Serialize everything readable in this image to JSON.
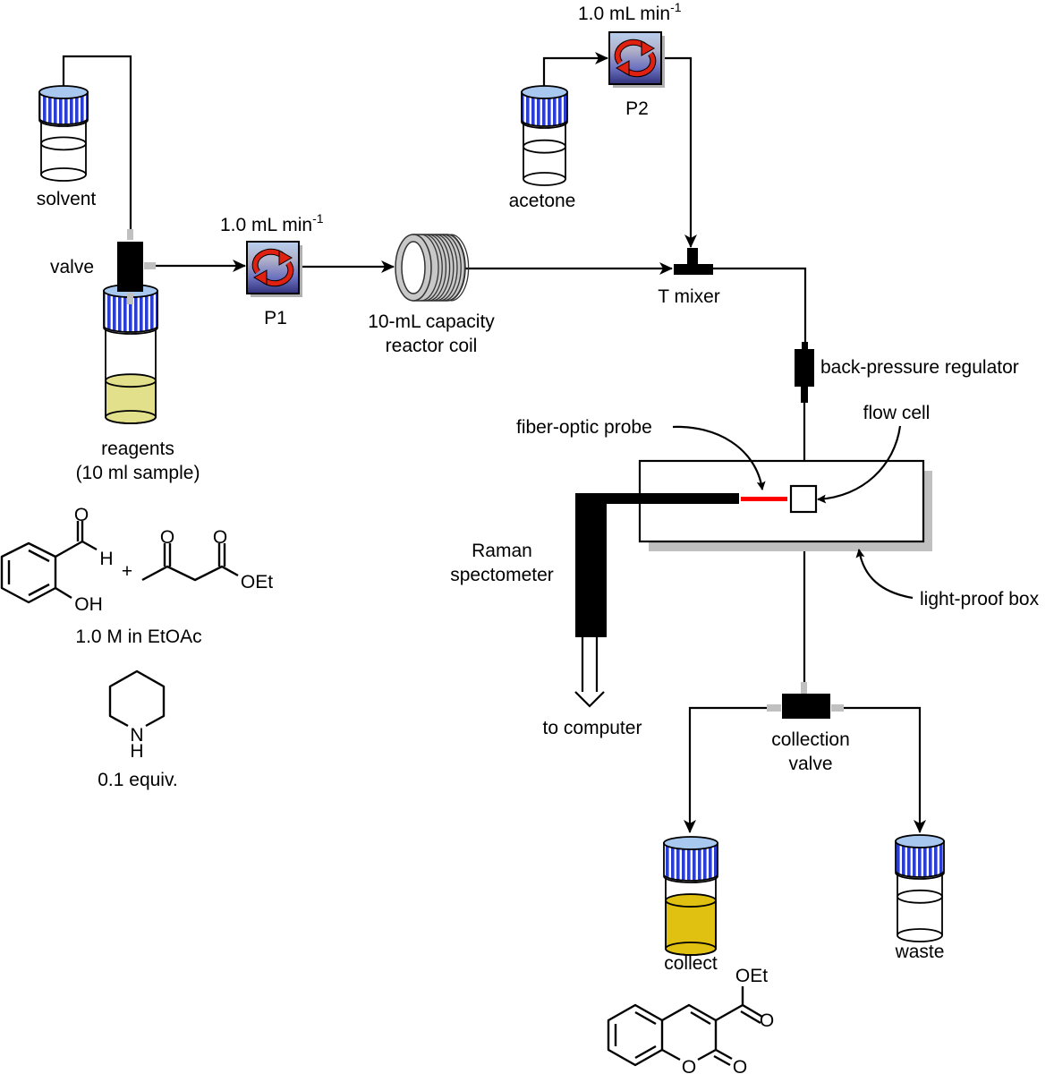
{
  "labels": {
    "solvent": "solvent",
    "valve": "valve",
    "reagents_line1": "reagents",
    "reagents_line2": "(10 ml sample)",
    "p1_flow": "1.0 mL min",
    "p1_flow_exp": "-1",
    "p1": "P1",
    "p2_flow": "1.0 mL min",
    "p2_flow_exp": "-1",
    "p2": "P2",
    "acetone": "acetone",
    "coil_line1": "10-mL capacity",
    "coil_line2": "reactor coil",
    "t_mixer": "T mixer",
    "bpr": "back-pressure regulator",
    "fiber_probe": "fiber-optic probe",
    "flow_cell": "flow cell",
    "raman_line1": "Raman",
    "raman_line2": "spectometer",
    "light_proof_box": "light-proof box",
    "to_computer": "to computer",
    "collection_valve_line1": "collection",
    "collection_valve_line2": "valve",
    "collect": "collect",
    "waste": "waste"
  },
  "chemistry": {
    "aldehyde_O": "O",
    "aldehyde_H": "H",
    "hydroxyl": "OH",
    "plus": "+",
    "keto_O": "O",
    "ester_O": "O",
    "ester_OEt": "OEt",
    "concentration": "1.0 M in EtOAc",
    "piperidine_N": "N",
    "piperidine_H": "H",
    "catalyst_equiv": "0.1 equiv.",
    "product_OEt": "OEt",
    "product_carbonyl_O": "O",
    "product_ring_O": "O",
    "product_lactone_O": "O"
  },
  "colors": {
    "cap_blue": "#2a3fd0",
    "cap_top": "#a8c8f0",
    "reagent_liquid": "#e2e08a",
    "product_liquid": "#e0c010",
    "laser_red": "#ff0000",
    "pump_arrows": "#e02010",
    "shadow_gray": "#c0c0c0"
  }
}
